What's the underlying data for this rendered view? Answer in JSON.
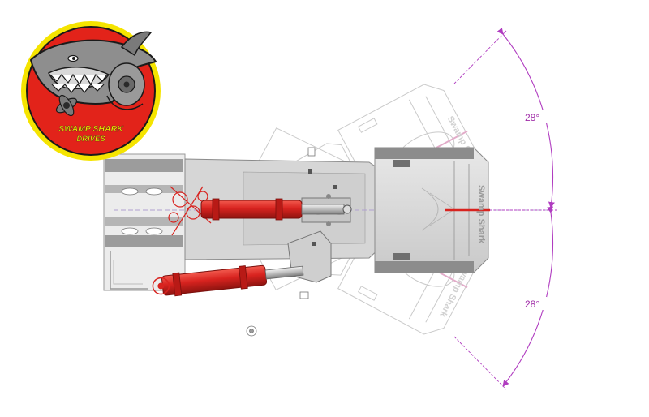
{
  "logo": {
    "line1": "SWAMP SHARK",
    "line2": "DRIVES",
    "ring_color": "#f5e400",
    "fill_color": "#e2231a"
  },
  "diagram": {
    "angle_upper": "28°",
    "angle_lower": "28°",
    "cowling_brand": "Swamp Shark",
    "dimension_color": "#b03cc0",
    "cylinder_color": "#d8231f"
  }
}
